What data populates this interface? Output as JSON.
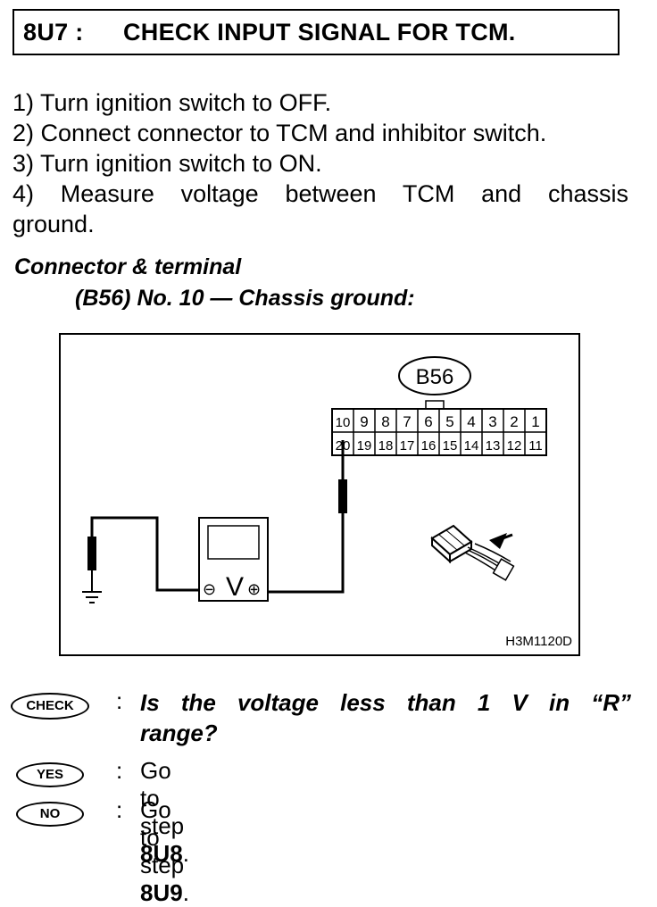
{
  "title": {
    "code": "8U7 :",
    "text": "CHECK INPUT SIGNAL FOR TCM."
  },
  "steps": [
    "1)  Turn ignition switch to OFF.",
    "2)  Connect connector to TCM and inhibitor switch.",
    "3)  Turn ignition switch to ON.",
    "4)  Measure voltage between TCM and chassis",
    "ground."
  ],
  "connector_heading": "Connector & terminal",
  "connector_detail": "(B56) No. 10 — Chassis ground:",
  "diagram": {
    "connector_label": "B56",
    "pins_top": [
      "10",
      "9",
      "8",
      "7",
      "6",
      "5",
      "4",
      "3",
      "2",
      "1"
    ],
    "pins_bottom": [
      "20",
      "19",
      "18",
      "17",
      "16",
      "15",
      "14",
      "13",
      "12",
      "11"
    ],
    "meter_symbol": "V",
    "minus_symbol": "⊖",
    "plus_symbol": "⊕",
    "figure_code": "H3M1120D"
  },
  "check": {
    "badge": "CHECK",
    "question_line1": "Is the voltage less than 1 V in “R”",
    "question_line2": "range?"
  },
  "yes": {
    "badge": "YES",
    "prefix": "Go to step ",
    "step": "8U8",
    "suffix": "."
  },
  "no": {
    "badge": "NO",
    "prefix": "Go to step ",
    "step": "8U9",
    "suffix": "."
  },
  "colon": ":"
}
